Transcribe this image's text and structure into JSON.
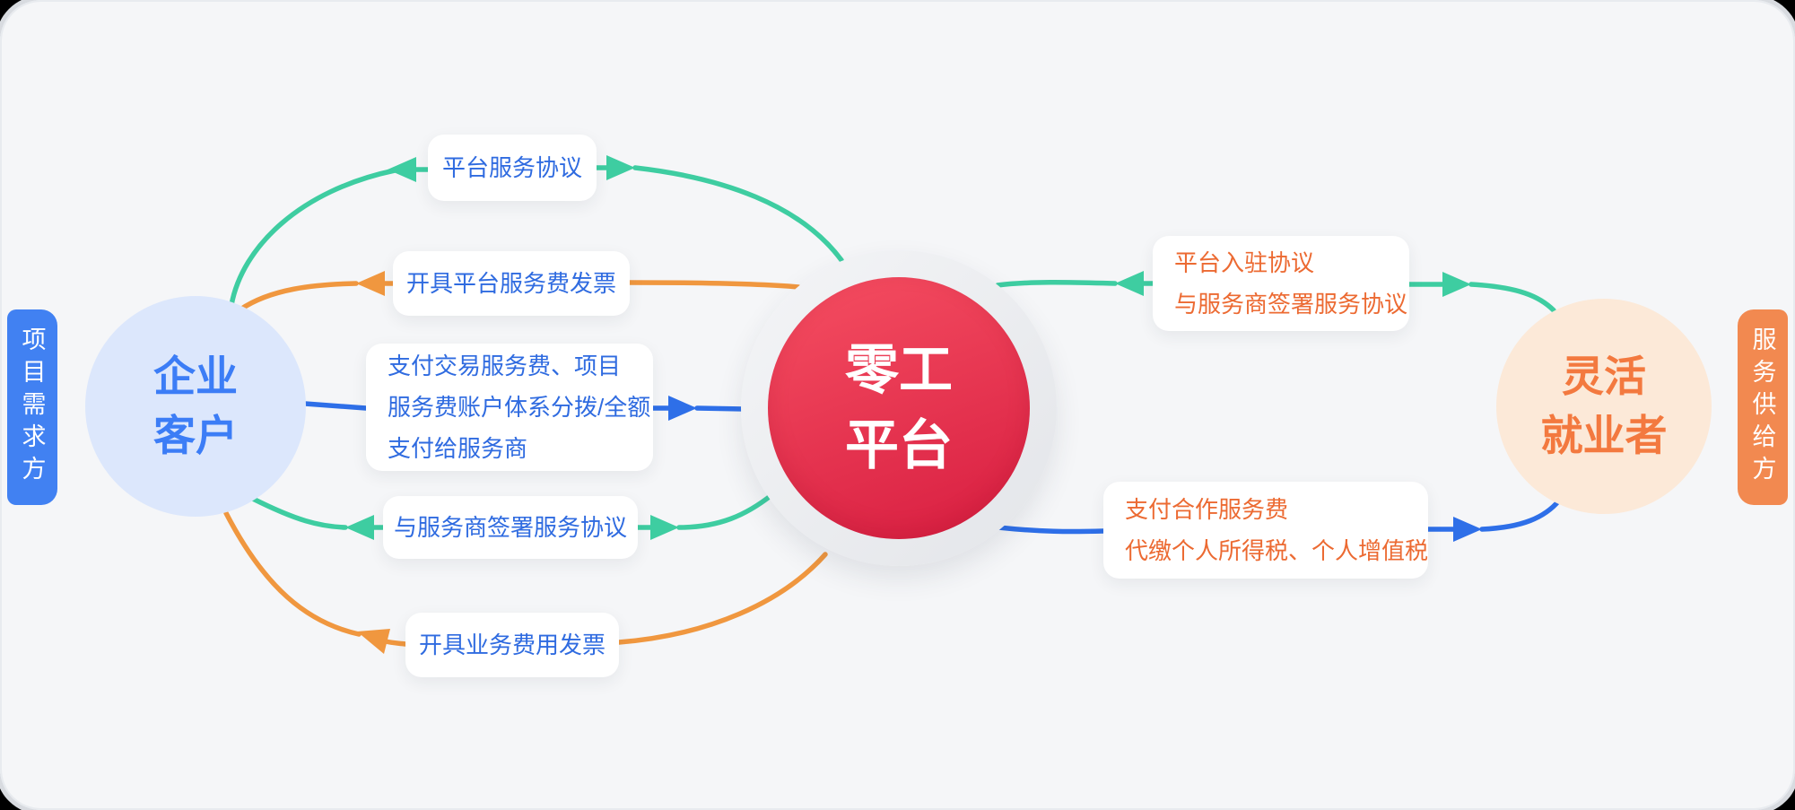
{
  "colors": {
    "background": "#f5f6f8",
    "outside": "#000000",
    "green": "#3ecda1",
    "orange": "#f0973f",
    "blue": "#2e6fe8",
    "label_text_blue": "#2f6be0",
    "label_text_orange": "#ec6a32",
    "enterprise_fill": "#dce7fc",
    "enterprise_text": "#3c7df6",
    "worker_fill": "#fce9d8",
    "worker_text": "#f3793f",
    "platform_red_start": "#f2495e",
    "platform_red_end": "#da2143",
    "platform_ring_start": "#f4f5f7",
    "platform_ring_end": "#e3e5e9",
    "tab_blue": "#4181f2",
    "tab_orange": "#f28950",
    "card_bg": "#ffffff"
  },
  "side_tabs": {
    "left": {
      "label": "项目需求方"
    },
    "right": {
      "label": "服务供给方"
    }
  },
  "nodes": {
    "enterprise": {
      "lines": [
        "企业",
        "客户"
      ]
    },
    "platform": {
      "lines": [
        "零工",
        "平台"
      ]
    },
    "worker": {
      "lines": [
        "灵活",
        "就业者"
      ]
    }
  },
  "edges": {
    "platform_service_agreement": {
      "label": "平台服务协议"
    },
    "platform_service_fee_invoice": {
      "label": "开具平台服务费发票"
    },
    "pay_transaction_service_fee": {
      "lines": [
        "支付交易服务费、项目",
        "服务费账户体系分拨/全额",
        "支付给服务商"
      ]
    },
    "sign_service_agreement_with_provider": {
      "label": "与服务商签署服务协议"
    },
    "business_expense_invoice": {
      "label": "开具业务费用发票"
    },
    "platform_entry_agreement": {
      "lines": [
        "平台入驻协议",
        "与服务商签署服务协议"
      ]
    },
    "pay_cooperation_fee": {
      "lines": [
        "支付合作服务费",
        "代缴个人所得税、个人增值税"
      ]
    }
  }
}
